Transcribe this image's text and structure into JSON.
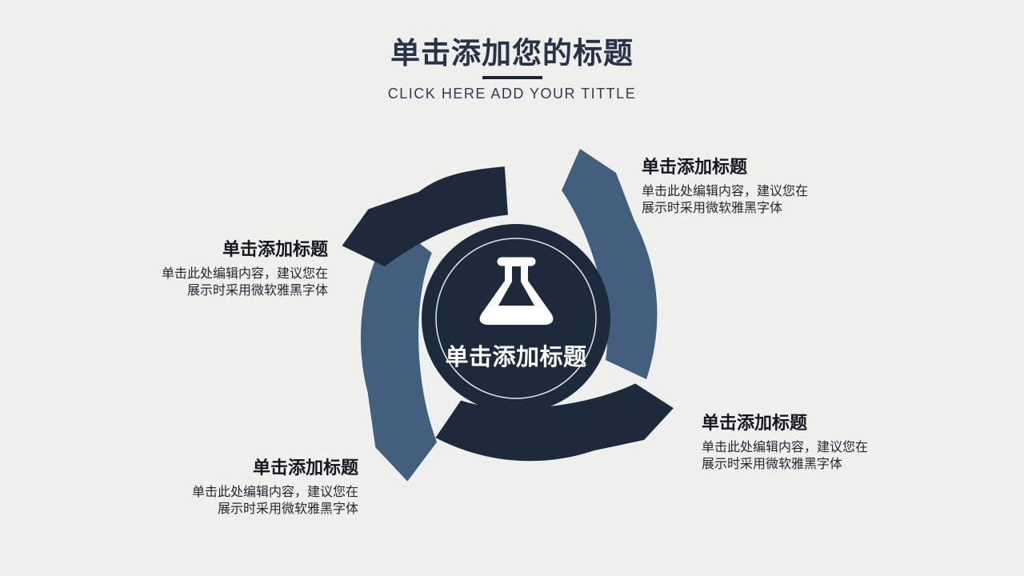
{
  "slide": {
    "title": "单击添加您的标题",
    "subtitle": "CLICK HERE ADD YOUR TITTLE",
    "center": {
      "label": "单击添加标题",
      "icon": "flask-icon"
    },
    "callouts": [
      {
        "position": "top-right",
        "align": "left",
        "heading": "单击添加标题",
        "body_line1": "单击此处编辑内容，建议您在",
        "body_line2": "展示时采用微软雅黑字体"
      },
      {
        "position": "left",
        "align": "right",
        "heading": "单击添加标题",
        "body_line1": "单击此处编辑内容，建议您在",
        "body_line2": "展示时采用微软雅黑字体"
      },
      {
        "position": "bottom-left",
        "align": "right",
        "heading": "单击添加标题",
        "body_line1": "单击此处编辑内容，建议您在",
        "body_line2": "展示时采用微软雅黑字体"
      },
      {
        "position": "bottom-right",
        "align": "left",
        "heading": "单击添加标题",
        "body_line1": "单击此处编辑内容，建议您在",
        "body_line2": "展示时采用微软雅黑字体"
      }
    ],
    "colors": {
      "background": "#efefed",
      "navy": "#1c2a3b",
      "slate_blue": "#42607e",
      "title_text": "#273349",
      "subtitle_text": "#343c4b",
      "ring": "#e4e7ea",
      "center_text": "#ffffff"
    }
  }
}
